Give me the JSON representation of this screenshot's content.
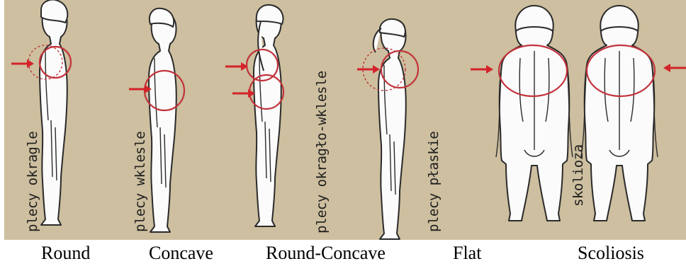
{
  "figure_labels": {
    "round": "plecy okragle",
    "concave": "plecy wklesle",
    "round_concave": "plecy okragło-wklesle",
    "flat": "plecy płaskie",
    "scoliosis": "skolioza"
  },
  "captions": {
    "round": "Round",
    "concave": "Concave",
    "round_concave": "Round-Concave",
    "flat": "Flat",
    "scoliosis": "Scoliosis"
  },
  "colors": {
    "background": "#cdbf9f",
    "marker": "#d4232b",
    "ring": "#c2333b"
  },
  "icons": [
    "arrow-icon",
    "circle-marker-icon"
  ]
}
